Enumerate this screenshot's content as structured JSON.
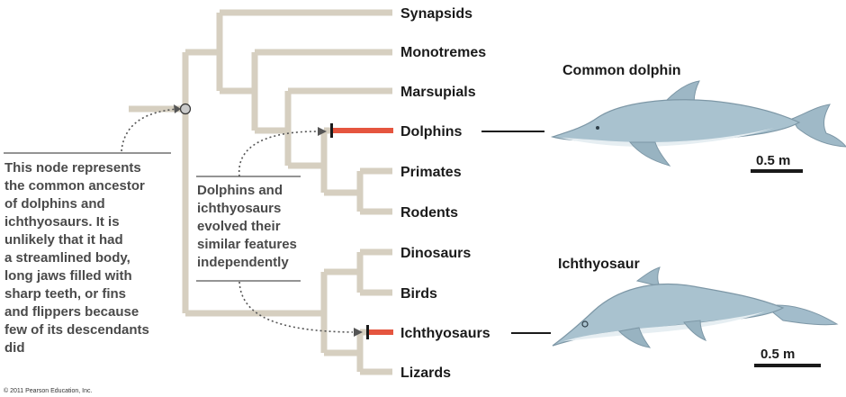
{
  "taxa": {
    "synapsids": "Synapsids",
    "monotremes": "Monotremes",
    "marsupials": "Marsupials",
    "dolphins": "Dolphins",
    "primates": "Primates",
    "rodents": "Rodents",
    "dinosaurs": "Dinosaurs",
    "birds": "Birds",
    "ichthyosaurs": "Ichthyosaurs",
    "lizards": "Lizards"
  },
  "left_note": {
    "lines": [
      "This node represents",
      "the common ancestor",
      "of dolphins and",
      "ichthyosaurs. It is",
      "unlikely that it had",
      "a streamlined body,",
      "long jaws filled with",
      "sharp teeth, or fins",
      "and flippers because",
      "few of its descendants",
      "did"
    ]
  },
  "middle_note": {
    "lines": [
      "Dolphins and",
      "ichthyosaurs",
      "evolved their",
      "similar features",
      "independently"
    ]
  },
  "dolphin": {
    "title": "Common dolphin",
    "scale_label": "0.5 m"
  },
  "ichthyosaur": {
    "title": "Ichthyosaur",
    "scale_label": "0.5 m"
  },
  "copyright": "© 2011 Pearson Education, Inc.",
  "colors": {
    "branch": "#d6cfc0",
    "highlight": "#e5553f",
    "animal_body": "#a9c2cf",
    "animal_belly": "#e6eef2",
    "arrow": "#555555"
  }
}
